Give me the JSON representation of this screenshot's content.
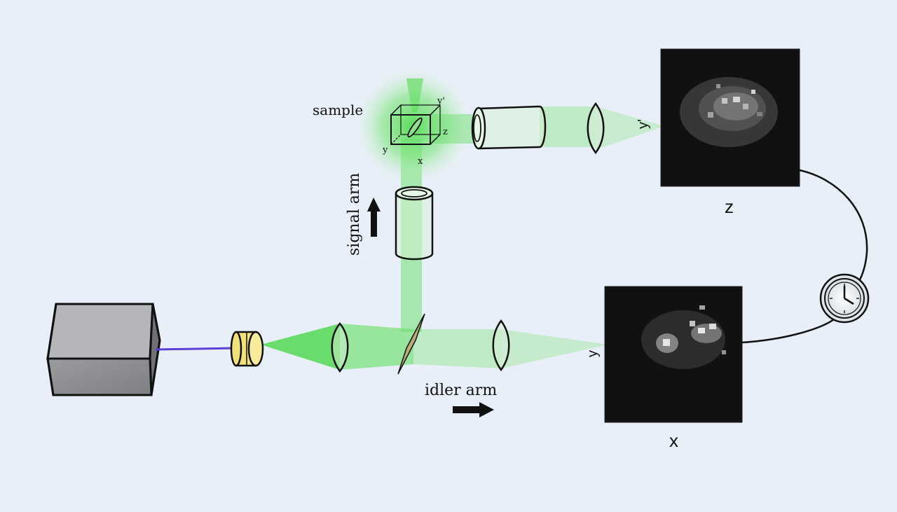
{
  "labels": {
    "sample": "sample",
    "signal_arm": "signal arm",
    "idler_arm": "idler arm",
    "camera_top": "z",
    "camera_bottom": "x",
    "axis_y_prime_sample": "y'",
    "axis_z_sample": "z",
    "axis_y_sample": "y",
    "axis_x_sample": "x",
    "axis_y_prime_camera": "y'",
    "axis_y_camera": "y"
  },
  "colors": {
    "background": "#e9eff8",
    "beam_green": "#6fe06f",
    "laser_line": "#5b3fd6",
    "laser_box": "#8e9093",
    "crystal": "#f2e07a",
    "splitter": "#b9a36a",
    "camera_bg": "#111111"
  },
  "icons": [
    "clock-icon",
    "arrow-up-icon",
    "arrow-right-icon"
  ]
}
